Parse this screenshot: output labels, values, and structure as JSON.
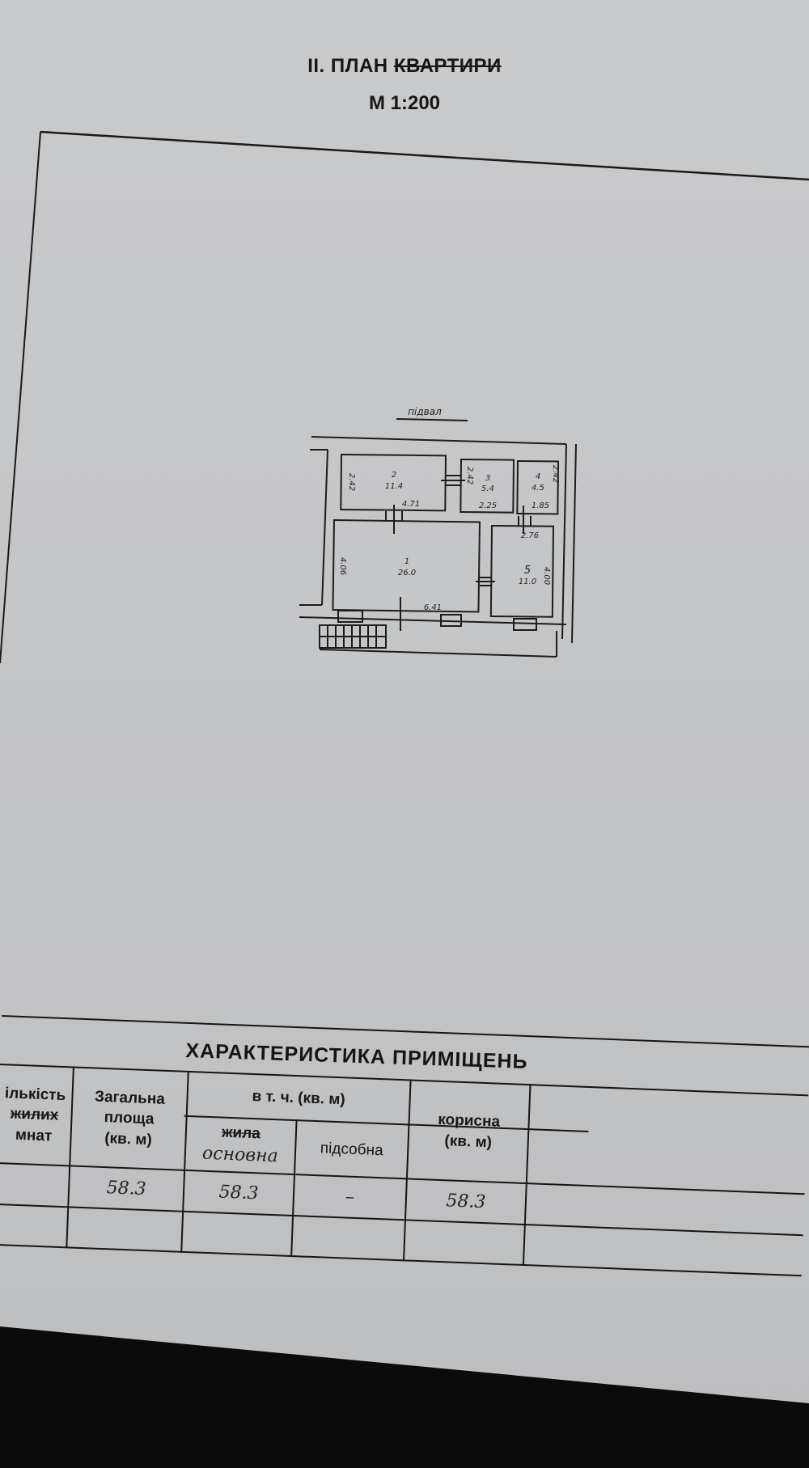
{
  "document": {
    "title_prefix": "ІІ. ПЛАН",
    "title_struck": "КВАРТИРИ",
    "scale": "М 1:200"
  },
  "floor_plan": {
    "outside_label": "підвал",
    "rooms": [
      {
        "number": "1",
        "area": "26.0",
        "dim_width": "6.41",
        "dim_height": "4.06"
      },
      {
        "number": "2",
        "area": "11.4",
        "dim_width": "4.71",
        "dim_height": "2.42"
      },
      {
        "number": "3",
        "area": "5.4",
        "dim_width": "2.25",
        "dim_height": "2.42"
      },
      {
        "number": "4",
        "area": "4.5",
        "dim_width": "1.85",
        "dim_height": "2.42"
      },
      {
        "number": "5",
        "area": "11.0",
        "dim_width": "2.76",
        "dim_height": "4.00"
      }
    ]
  },
  "characteristics": {
    "section_title": "ХАРАКТЕРИСТИКА  ПРИМІЩЕНЬ",
    "headers": {
      "rooms_count_line1": "ількість",
      "rooms_count_line2_struck": "жилих",
      "rooms_count_line3": "мнат",
      "total_area_line1": "Загальна",
      "total_area_line2": "площа",
      "total_area_line3": "(кв. м)",
      "including": "в т. ч. (кв. м)",
      "main_struck": "жила",
      "main_handwritten": "основна",
      "auxiliary": "підсобна",
      "useful_line1": "корисна",
      "useful_line2": "(кв. м)"
    },
    "rows": [
      {
        "rooms_count": "",
        "total_area": "58.3",
        "main": "58.3",
        "auxiliary": "–",
        "useful": "58.3",
        "extra": ""
      },
      {
        "rooms_count": "",
        "total_area": "",
        "main": "",
        "auxiliary": "",
        "useful": "",
        "extra": ""
      }
    ]
  }
}
